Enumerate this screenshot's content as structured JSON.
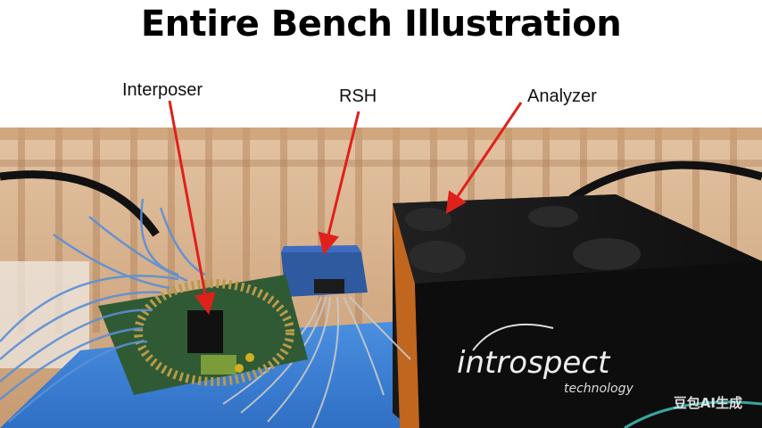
{
  "title": "Entire Bench Illustration",
  "labels": {
    "interposer": "Interposer",
    "rsh": "RSH",
    "analyzer": "Analyzer"
  },
  "device_text": {
    "brand": "introspect",
    "subtitle": "technology"
  },
  "watermark": "豆包AI生成",
  "colors": {
    "arrow": "#e0201b",
    "wall_wood": "#d9b48f",
    "table": "#3b82d6",
    "analyzer_body": "#151515",
    "analyzer_trim": "#c0661f",
    "pcb": "#2f5a34",
    "cables": "#5b8fd6"
  }
}
